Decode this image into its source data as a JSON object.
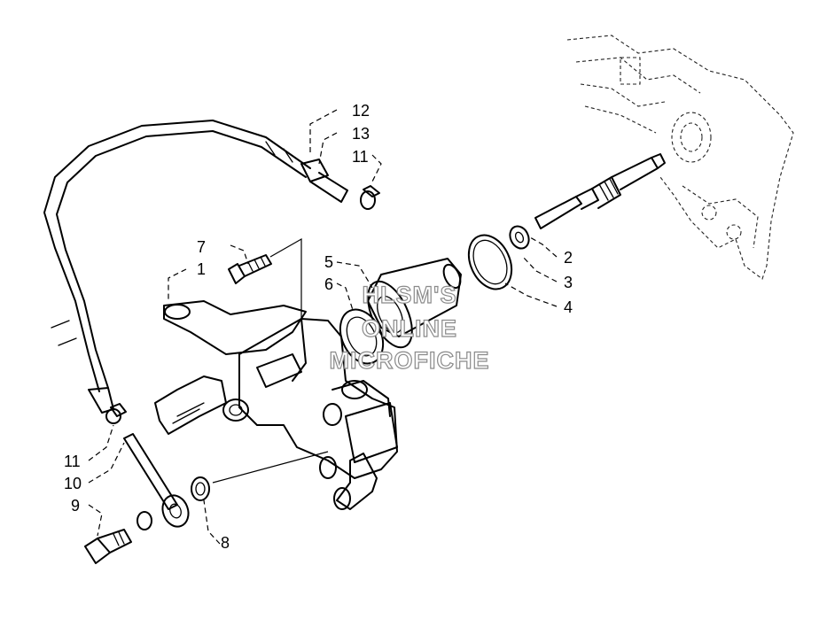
{
  "callouts": {
    "c1": "1",
    "c2": "2",
    "c3": "3",
    "c4": "4",
    "c5": "5",
    "c6": "6",
    "c7": "7",
    "c8": "8",
    "c9": "9",
    "c10": "10",
    "c11_top": "11",
    "c11_bottom": "11",
    "c12": "12",
    "c13": "13"
  },
  "watermark": {
    "line1": "HLSM'S",
    "line2": "ONLINE",
    "line3": "MICROFICHE"
  }
}
